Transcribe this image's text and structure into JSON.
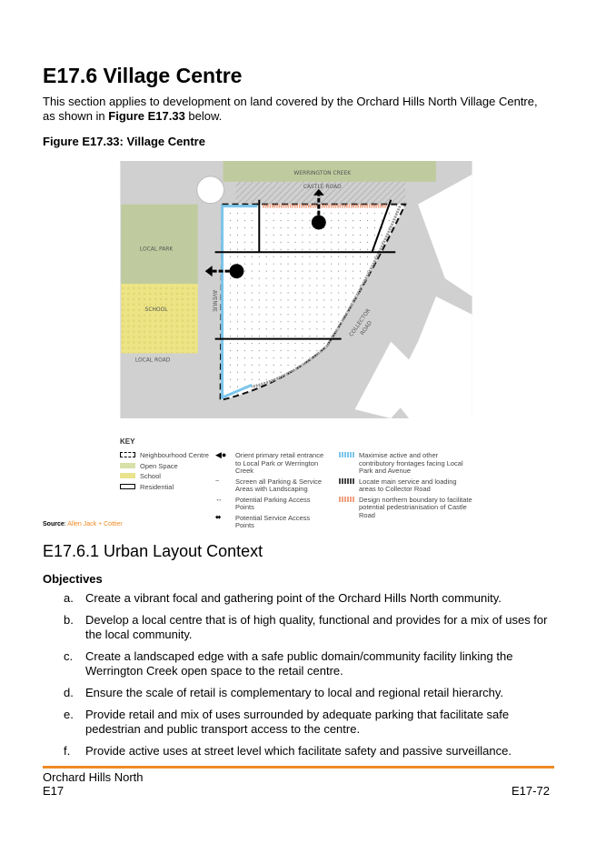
{
  "heading": "E17.6 Village Centre",
  "intro": {
    "before": "This section applies to development on land covered by the Orchard Hills North Village Centre, as shown in ",
    "ref": "Figure E17.33",
    "after": " below."
  },
  "figure_caption": "Figure E17.33: Village Centre",
  "map_labels": {
    "creek": "WERRINGTON CREEK",
    "castle": "CASTLE ROAD",
    "park": "LOCAL PARK",
    "school": "SCHOOL",
    "avenue": "AVENUE",
    "local_road": "LOCAL ROAD",
    "collector": "COLLECTOR",
    "collector2": "ROAD"
  },
  "key": {
    "title": "KEY",
    "items": [
      "Neighbourhood Centre",
      "Open Space",
      "School",
      "Residential",
      "Orient primary retail entrance to Local Park or Werrington Creek",
      "Screen all Parking & Service Areas with Landscaping",
      "Potential Parking Access Points",
      "Potential Service Access Points",
      "Maximise active and other contributory frontages facing Local Park and Avenue",
      "Locate main service and loading areas to Collector Road",
      "Design northern boundary to facilitate potential pedestrianisation of Castle Road"
    ]
  },
  "source": {
    "label": "Source",
    "value": "Allen Jack + Cottier"
  },
  "subheading": "E17.6.1 Urban Layout Context",
  "objectives_title": "Objectives",
  "objectives": [
    {
      "l": "a.",
      "t": "Create a vibrant focal and gathering point of the Orchard Hills North community."
    },
    {
      "l": "b.",
      "t": "Develop a local centre that is of high quality, functional and provides for a mix of uses for the local community."
    },
    {
      "l": "c.",
      "t": "Create a landscaped edge with a safe public domain/community facility linking the Werrington Creek open space to the retail centre."
    },
    {
      "l": "d.",
      "t": "Ensure the scale of retail is complementary to local and regional retail hierarchy."
    },
    {
      "l": "e.",
      "t": "Provide retail and mix of uses surrounded by adequate parking that facilitate safe pedestrian and public transport access to the centre."
    },
    {
      "l": "f.",
      "t": "Provide active uses at street level which facilitate safety and passive surveillance."
    }
  ],
  "footer": {
    "doc": "Orchard Hills North",
    "section": "E17",
    "page": "E17-72"
  },
  "colors": {
    "open_space": "#bfcb9e",
    "school": "#ece485",
    "road": "#d0d0d0",
    "accent": "#f08a24",
    "active": "#7cc6ec",
    "castle": "#f0a080"
  }
}
